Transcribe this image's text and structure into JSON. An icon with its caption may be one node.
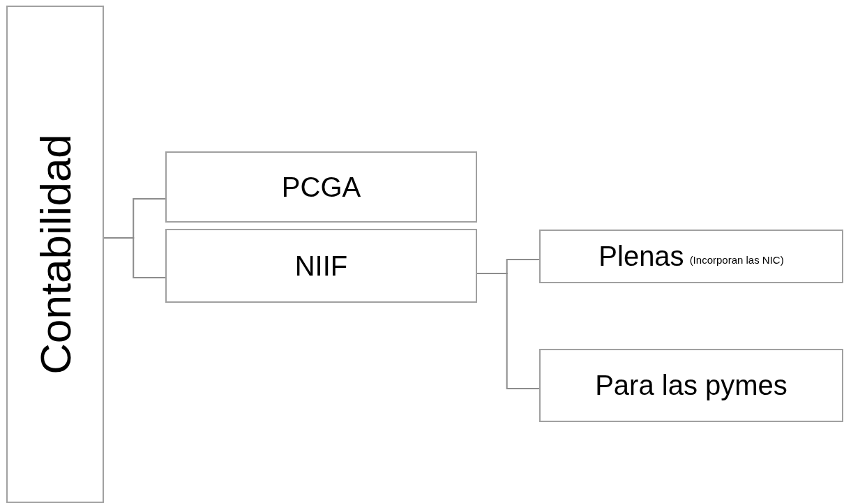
{
  "diagram": {
    "nodes": [
      {
        "text": [
          "Contabilidad"
        ]
      },
      {
        "text": [
          "PCGA"
        ]
      },
      {
        "text": [
          "NIIF"
        ]
      },
      {
        "text": [
          "Plenas",
          "(Incorporan las NIC)"
        ]
      },
      {
        "text": [
          "Para las pymes"
        ]
      }
    ],
    "edges": [
      {
        "from": 0,
        "to": 1,
        "arrow": "none"
      },
      {
        "from": 0,
        "to": 2,
        "arrow": "none"
      },
      {
        "from": 2,
        "to": 3,
        "arrow": "none"
      },
      {
        "from": 2,
        "to": 4,
        "arrow": "none"
      }
    ]
  }
}
